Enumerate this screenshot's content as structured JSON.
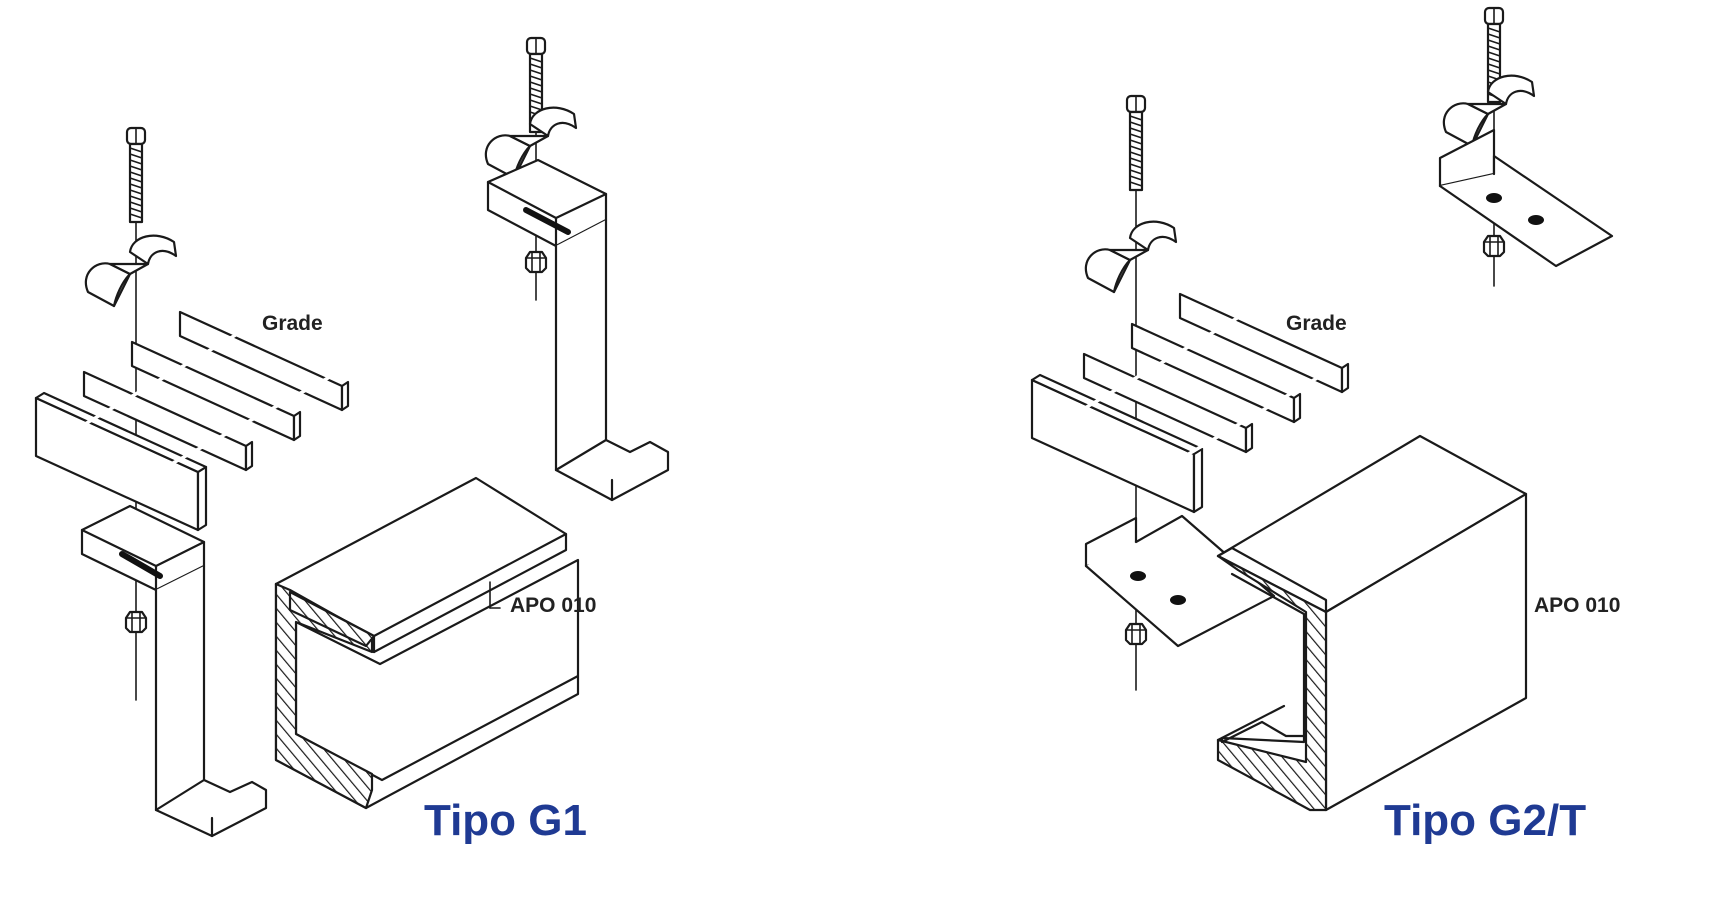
{
  "colors": {
    "line": "#1a1a1a",
    "type_label": "#1f3a93",
    "background": "#ffffff"
  },
  "labels": {
    "left": {
      "grade": "Grade",
      "profile": "APO 010",
      "type": "Tipo G1"
    },
    "right": {
      "grade": "Grade",
      "profile": "APO 010",
      "type": "Tipo G2/T"
    }
  }
}
